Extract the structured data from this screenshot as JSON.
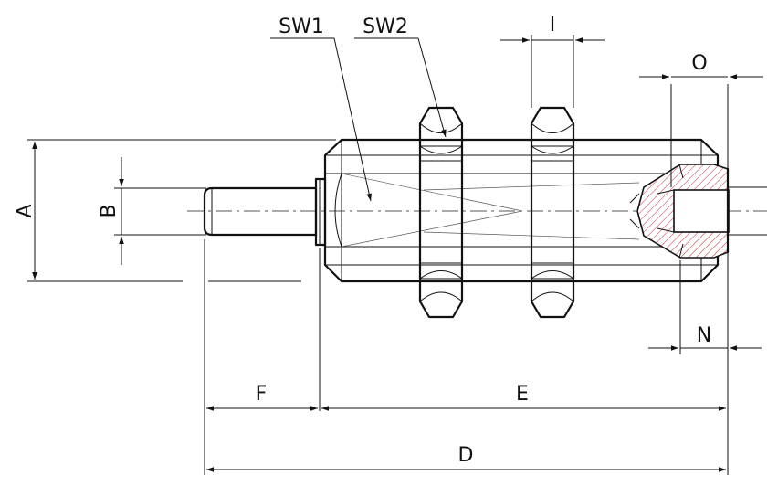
{
  "labels": {
    "A": "A",
    "B": "B",
    "D": "D",
    "E": "E",
    "F": "F",
    "I": "I",
    "N": "N",
    "O": "O",
    "SW1": "SW1",
    "SW2": "SW2"
  }
}
